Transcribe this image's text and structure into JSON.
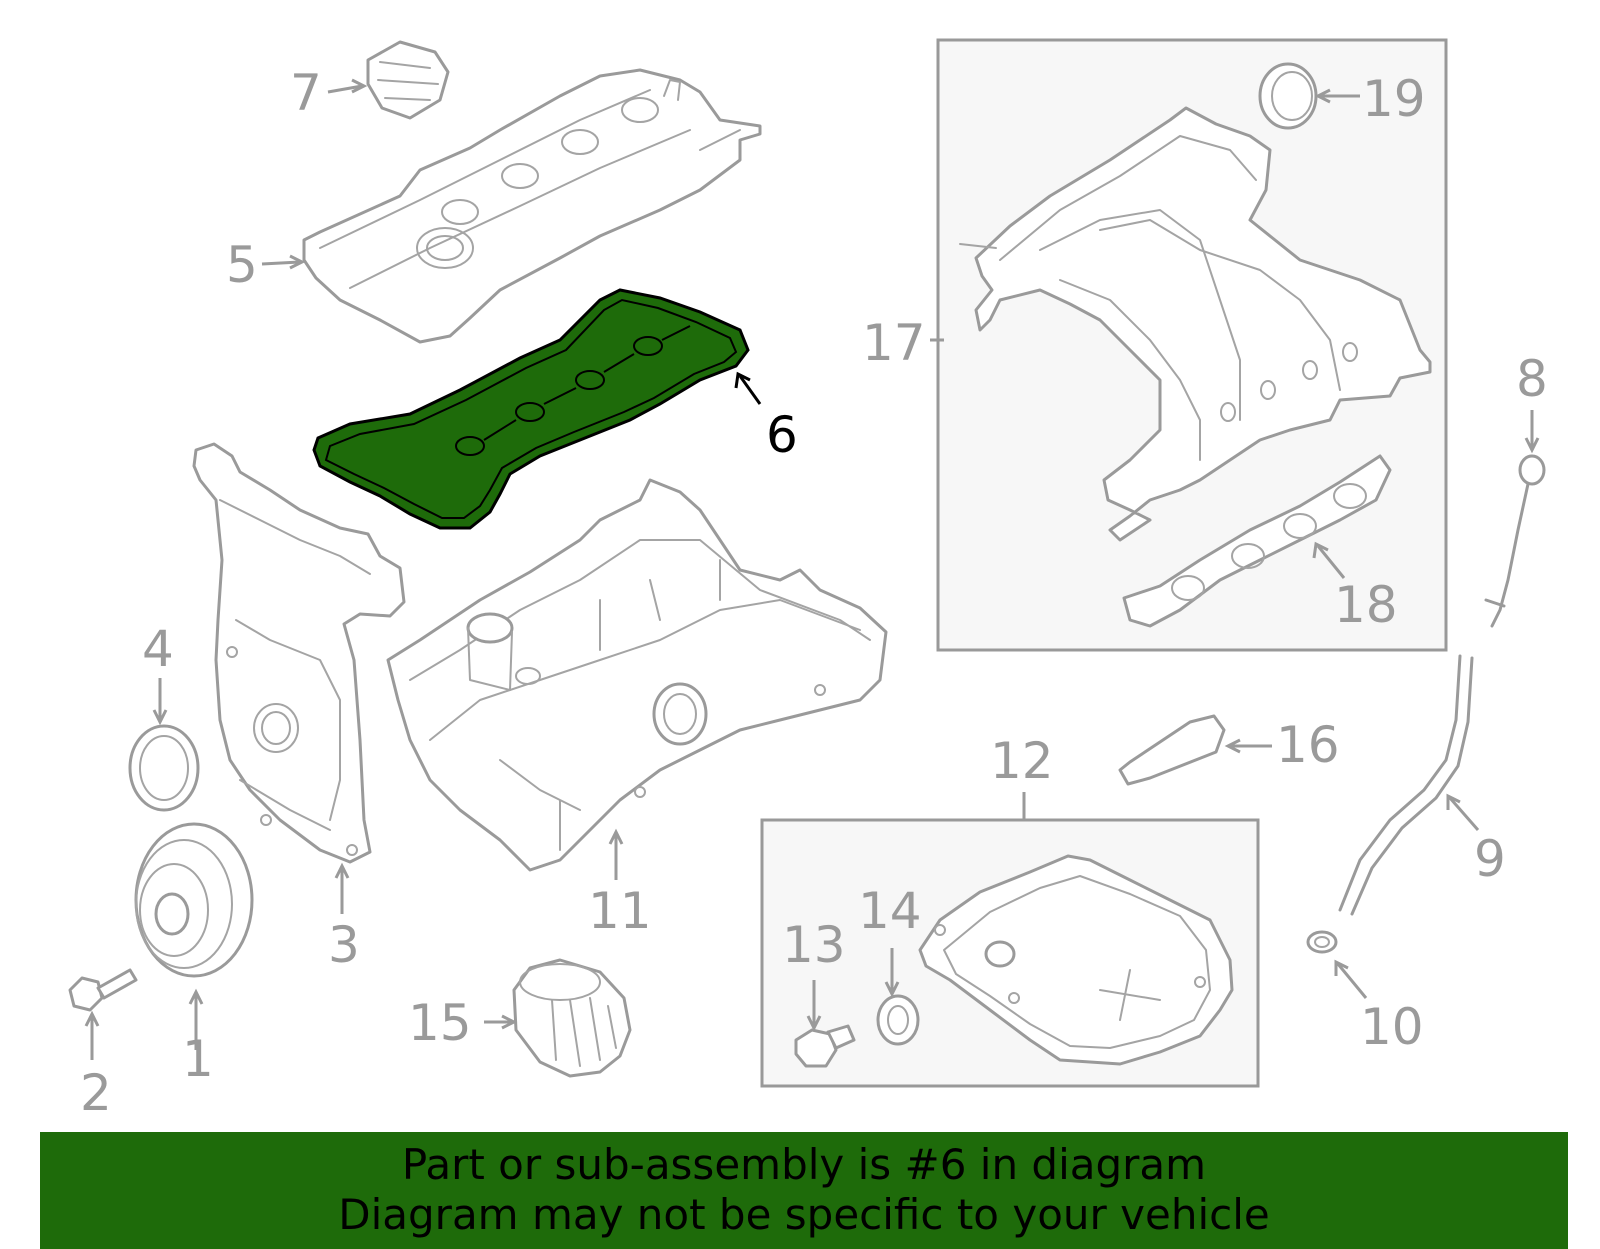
{
  "callouts": {
    "c1": "1",
    "c2": "2",
    "c3": "3",
    "c4": "4",
    "c5": "5",
    "c6": "6",
    "c7": "7",
    "c8": "8",
    "c9": "9",
    "c10": "10",
    "c11": "11",
    "c12": "12",
    "c13": "13",
    "c14": "14",
    "c15": "15",
    "c16": "16",
    "c17": "17",
    "c18": "18",
    "c19": "19"
  },
  "highlighted_part": "6",
  "colors": {
    "highlight_fill": "#1e6b0a",
    "banner_background": "#1e6b0a",
    "part_outline": "#9a9a9a"
  },
  "banner": {
    "line1": "Part or sub-assembly is #6 in diagram",
    "line2": "Diagram may not be specific to your vehicle"
  }
}
